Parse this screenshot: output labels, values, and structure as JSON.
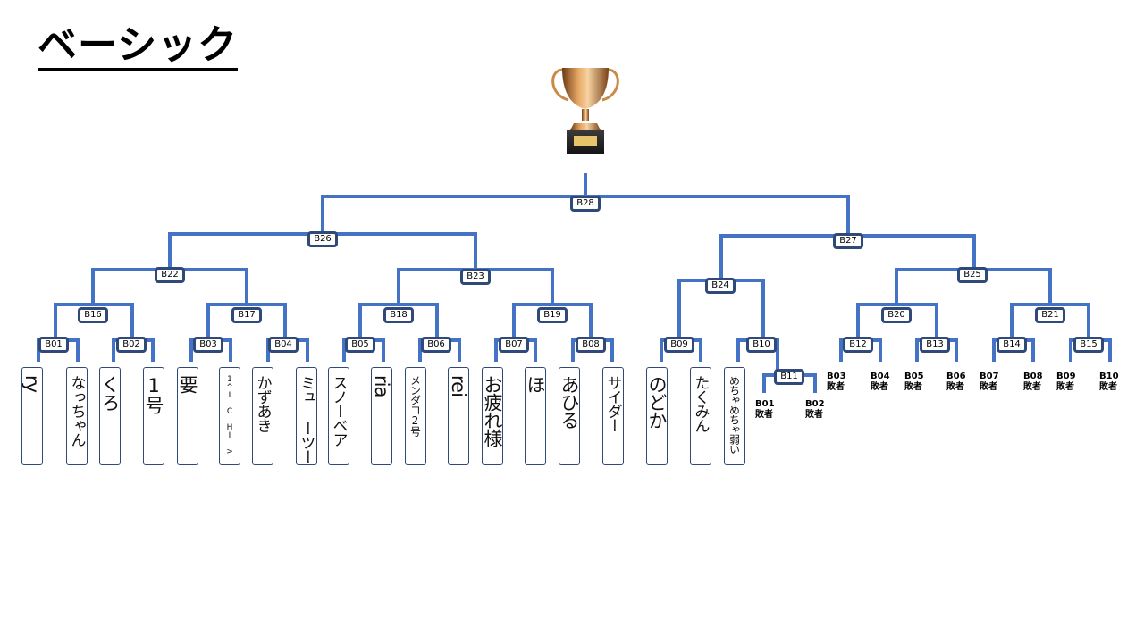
{
  "title": "ベーシック",
  "trophy_icon": "trophy-icon",
  "colors": {
    "line": "#4472c4",
    "label_border": "#2f4a78"
  },
  "matches": {
    "B01": "B01",
    "B02": "B02",
    "B03": "B03",
    "B04": "B04",
    "B05": "B05",
    "B06": "B06",
    "B07": "B07",
    "B08": "B08",
    "B09": "B09",
    "B10": "B10",
    "B11": "B11",
    "B12": "B12",
    "B13": "B13",
    "B14": "B14",
    "B15": "B15",
    "B16": "B16",
    "B17": "B17",
    "B18": "B18",
    "B19": "B19",
    "B20": "B20",
    "B21": "B21",
    "B22": "B22",
    "B23": "B23",
    "B24": "B24",
    "B25": "B25",
    "B26": "B26",
    "B27": "B27",
    "B28": "B28"
  },
  "players": [
    "ry",
    "なっちゃん",
    "くろ",
    "1号",
    "要",
    "1^I C HI >",
    "かずあき",
    "ミュ ーツー",
    "スノーベア",
    "ria",
    "メンダコ2号",
    "rei",
    "お疲れ様",
    "ほ",
    "あひる",
    "サイダー",
    "のどか",
    "たくみん",
    "めちゃめちゃ弱い"
  ],
  "losers": {
    "B01": [
      "B01",
      "敗者"
    ],
    "B02": [
      "B02",
      "敗者"
    ],
    "B03": [
      "B03",
      "敗者"
    ],
    "B04": [
      "B04",
      "敗者"
    ],
    "B05": [
      "B05",
      "敗者"
    ],
    "B06": [
      "B06",
      "敗者"
    ],
    "B07": [
      "B07",
      "敗者"
    ],
    "B08": [
      "B08",
      "敗者"
    ],
    "B09": [
      "B09",
      "敗者"
    ],
    "B10": [
      "B10",
      "敗者"
    ]
  }
}
